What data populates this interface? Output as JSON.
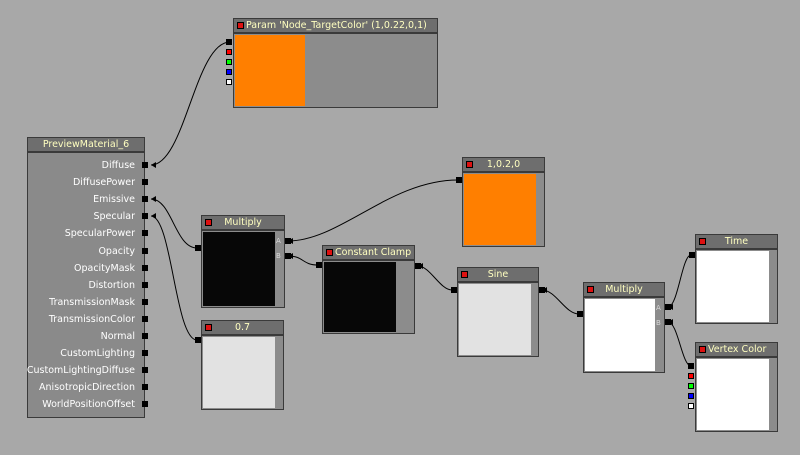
{
  "colors": {
    "background": "#a8a8a8",
    "node_body": "#8c8c8c",
    "node_header": "#6e6e6e",
    "header_text": "#ffffc0",
    "orange": "#ff7f00",
    "light_gray": "#e2e2e2",
    "white": "#ffffff",
    "black": "#070707"
  },
  "material": {
    "title": "PreviewMaterial_6",
    "inputs": [
      "Diffuse",
      "DiffusePower",
      "Emissive",
      "Specular",
      "SpecularPower",
      "Opacity",
      "OpacityMask",
      "Distortion",
      "TransmissionMask",
      "TransmissionColor",
      "Normal",
      "CustomLighting",
      "CustomLightingDiffuse",
      "AnisotropicDirection",
      "WorldPositionOffset"
    ]
  },
  "nodes": {
    "param": {
      "title": "Param 'Node_TargetColor' (1,0.22,0,1)",
      "preview": "orange"
    },
    "constant_vec": {
      "title": "1,0.2,0",
      "preview": "orange"
    },
    "multiply1": {
      "title": "Multiply",
      "preview": "black",
      "pin_a": "A",
      "pin_b": "B"
    },
    "const07": {
      "title": "0.7",
      "preview": "light_gray"
    },
    "clamp": {
      "title": "Constant Clamp",
      "preview": "black"
    },
    "sine": {
      "title": "Sine",
      "preview": "light_gray"
    },
    "multiply2": {
      "title": "Multiply",
      "preview": "white",
      "pin_a": "A",
      "pin_b": "B"
    },
    "time": {
      "title": "Time",
      "preview": "white"
    },
    "vertex_color": {
      "title": "Vertex Color",
      "preview": "white"
    }
  },
  "channel_swatches": [
    "black",
    "red",
    "green",
    "blue",
    "white"
  ]
}
